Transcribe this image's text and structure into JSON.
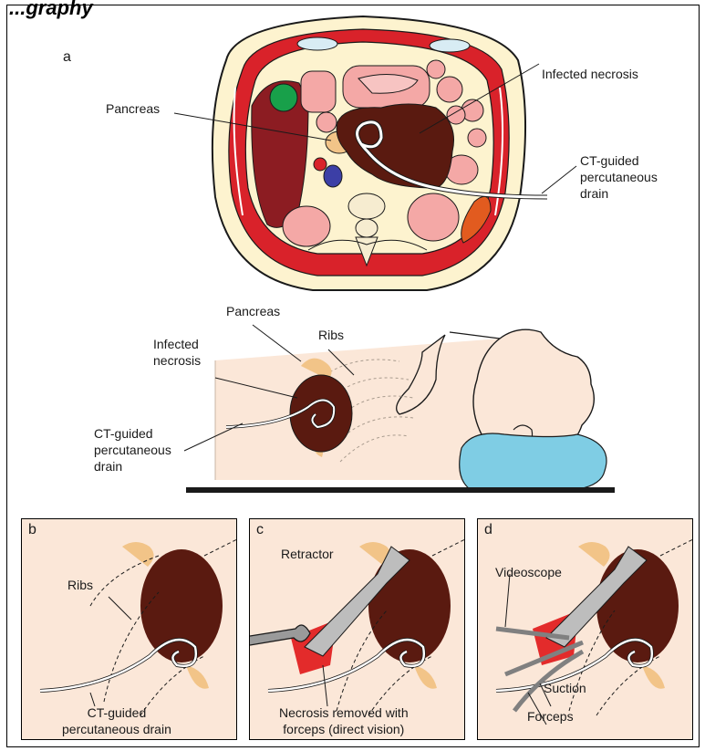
{
  "header": {
    "cut_title": "...graphy"
  },
  "panel_a": {
    "letter": "a",
    "labels": {
      "pancreas": "Pancreas",
      "infected_necrosis": "Infected necrosis",
      "drain": "CT-guided\npercutaneous\ndrain"
    }
  },
  "patient_view": {
    "labels": {
      "pancreas": "Pancreas",
      "ribs": "Ribs",
      "infected_necrosis": "Infected\nnecrosis",
      "drain": "CT-guided\npercutaneous\ndrain"
    }
  },
  "panel_b": {
    "letter": "b",
    "labels": {
      "ribs": "Ribs",
      "drain": "CT-guided\npercutaneous drain"
    }
  },
  "panel_c": {
    "letter": "c",
    "labels": {
      "retractor": "Retractor",
      "necrosis_removed": "Necrosis removed with\nforceps (direct vision)"
    }
  },
  "panel_d": {
    "letter": "d",
    "labels": {
      "videoscope": "Videoscope",
      "suction": "Suction",
      "forceps": "Forceps"
    }
  },
  "colors": {
    "skin": "#fbe7d8",
    "fat": "#fdf3cf",
    "muscle": "#d9222a",
    "liver": "#8c1c22",
    "necrosis": "#5a1a10",
    "bowel": "#f4a8a6",
    "spleen": "#e25b1f",
    "gallbladder": "#18a04a",
    "vein": "#3c3fa6",
    "pancreas_tissue": "#f2c488",
    "pillow": "#7fcde4",
    "table": "#1a1a1a"
  }
}
